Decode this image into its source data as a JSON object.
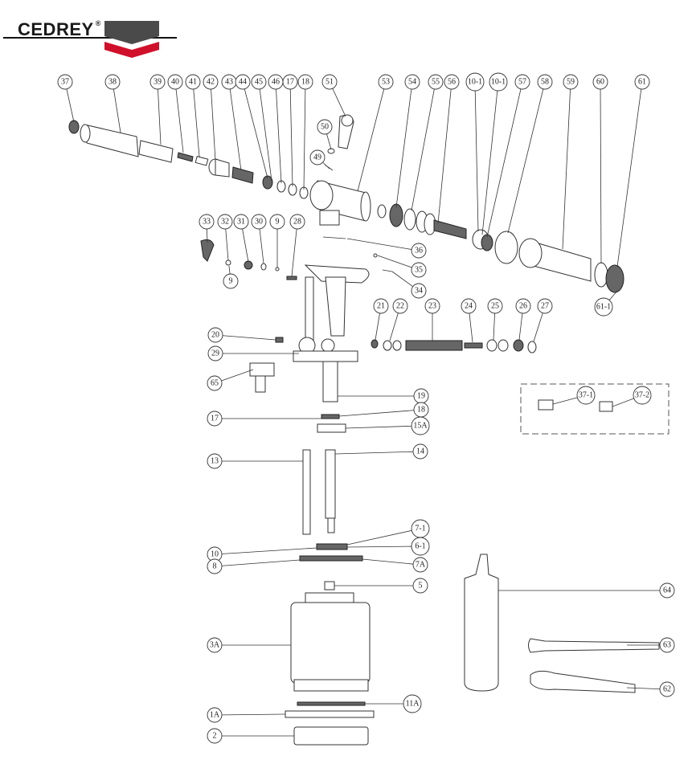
{
  "brand": {
    "name": "CEDREY",
    "registered": "®",
    "accent_dark": "#4a4a4a",
    "accent_red": "#d0102a"
  },
  "callouts": [
    "37",
    "38",
    "39",
    "40",
    "41",
    "42",
    "43",
    "44",
    "45",
    "46",
    "17",
    "18",
    "51",
    "53",
    "54",
    "55",
    "56",
    "10-1",
    "10-1",
    "57",
    "58",
    "59",
    "60",
    "61",
    "50",
    "49",
    "33",
    "32",
    "31",
    "30",
    "9",
    "28",
    "9",
    "36",
    "35",
    "34",
    "21",
    "22",
    "23",
    "24",
    "25",
    "26",
    "27",
    "61-1",
    "20",
    "29",
    "65",
    "19",
    "18",
    "17",
    "15A",
    "14",
    "13",
    "7-1",
    "10",
    "6-1",
    "8",
    "7A",
    "5",
    "64",
    "3A",
    "63",
    "62",
    "11A",
    "1A",
    "2",
    "37-1",
    "37-2"
  ]
}
